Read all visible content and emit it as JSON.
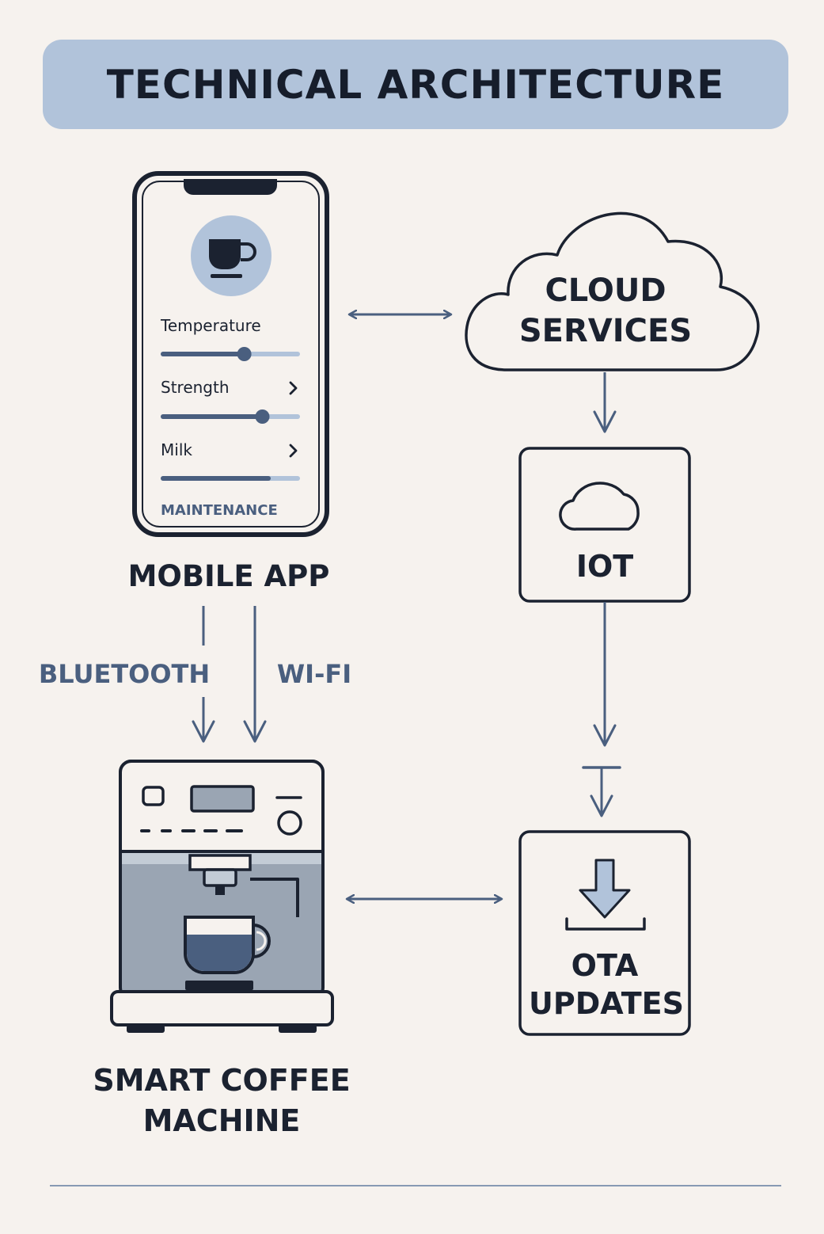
{
  "title": "TECHNICAL ARCHITECTURE",
  "mobile_app": {
    "label": "MOBILE APP",
    "settings": [
      {
        "label": "Temperature",
        "level": 0.6,
        "has_chevron": false
      },
      {
        "label": "Strength",
        "level": 0.73,
        "has_chevron": true
      },
      {
        "label": "Milk",
        "level": 0.79,
        "has_chevron": true
      }
    ],
    "maintenance_label": "MAINTENANCE"
  },
  "cloud": {
    "line1": "CLOUD",
    "line2": "SERVICES"
  },
  "iot": {
    "label": "IOT"
  },
  "ota": {
    "line1": "OTA",
    "line2": "UPDATES"
  },
  "machine": {
    "line1": "SMART COFFEE",
    "line2": "MACHINE"
  },
  "connections": {
    "bluetooth": "BLUETOOTH",
    "wifi": "WI-FI"
  },
  "colors": {
    "background": "#f6f2ee",
    "banner": "#b1c3da",
    "accent_blue": "#4a5f7f",
    "icon_fill": "#b1c3da",
    "dark": "#1b2230"
  },
  "icons": [
    "coffee-cup-icon",
    "chevron-right-icon",
    "cloud-icon",
    "download-icon",
    "coffee-machine-icon"
  ]
}
